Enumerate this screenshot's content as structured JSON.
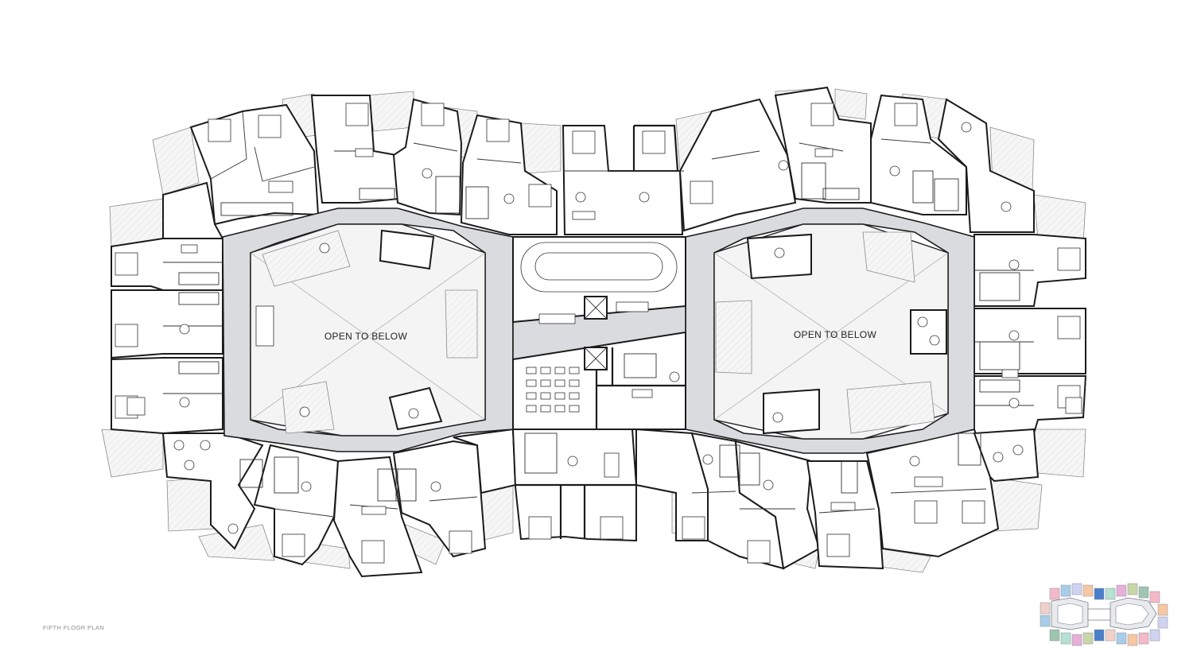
{
  "plan": {
    "caption": "FIFTH FLOOR PLAN",
    "atria": [
      {
        "label": "OPEN TO BELOW"
      },
      {
        "label": "OPEN TO BELOW"
      }
    ]
  },
  "key_plan": {
    "colors": [
      "#f4b9c9",
      "#a9cde9",
      "#cfd3f0",
      "#f6c7a3",
      "#b5e0d2",
      "#4a7fc9",
      "#9fc4b0",
      "#e7b0d9",
      "#c9d6a8",
      "#f0d0c8"
    ]
  }
}
